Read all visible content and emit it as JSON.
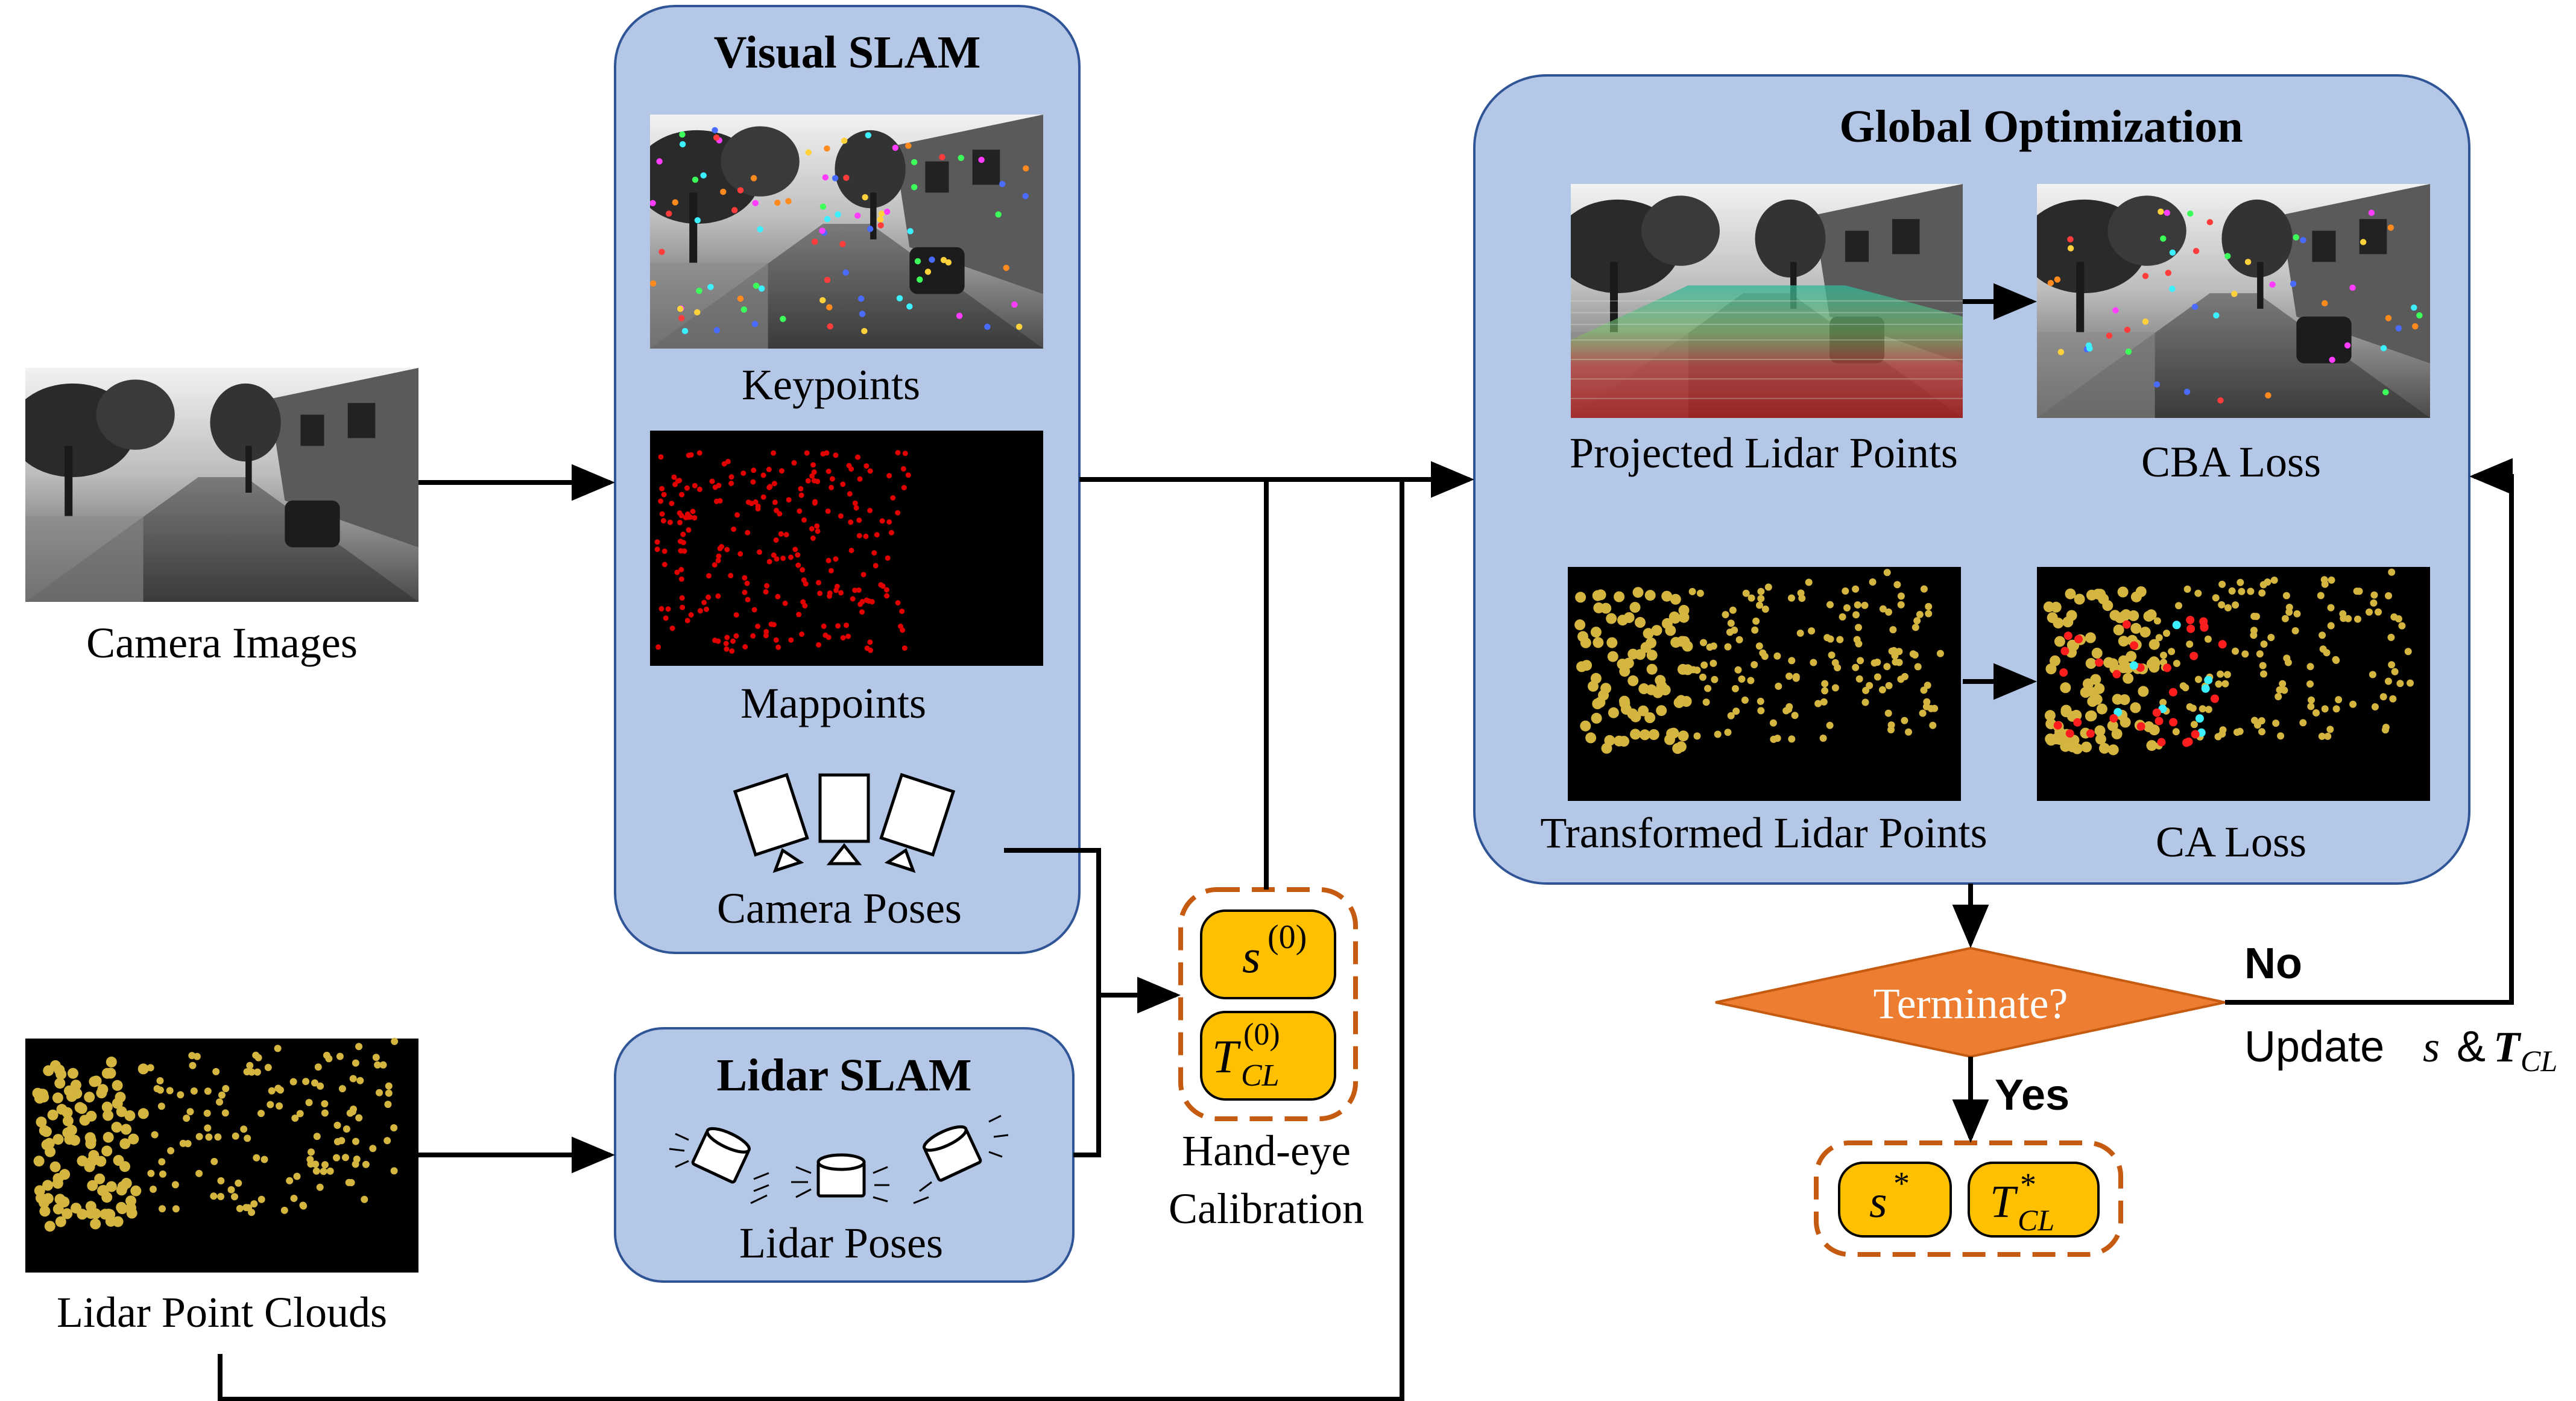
{
  "camera_images": {
    "label": "Camera Images"
  },
  "lidar_point_clouds": {
    "label": "Lidar Point Clouds"
  },
  "visual_slam": {
    "title": "Visual SLAM",
    "keypoints_label": "Keypoints",
    "mappoints_label": "Mappoints",
    "camera_poses_label": "Camera Poses"
  },
  "lidar_slam": {
    "title": "Lidar SLAM",
    "lidar_poses_label": "Lidar Poses"
  },
  "hand_eye": {
    "label_line1": "Hand-eye",
    "label_line2": "Calibration",
    "scale_symbol": "s",
    "scale_superscript": "(0)",
    "transform_symbol": "T",
    "transform_subscript": "CL",
    "transform_superscript": "(0)"
  },
  "global_optimization": {
    "title": "Global Optimization",
    "projected_label": "Projected Lidar Points",
    "cba_label": "CBA Loss",
    "transformed_label": "Transformed Lidar Points",
    "ca_label": "CA Loss"
  },
  "decision": {
    "text": "Terminate?",
    "no_label": "No",
    "yes_label": "Yes",
    "update_text": "Update",
    "update_s": "s",
    "update_amp": "&",
    "update_T": "T",
    "update_sub": "CL"
  },
  "result": {
    "scale_symbol": "s",
    "star": "*",
    "transform_symbol": "T",
    "transform_subscript": "CL"
  },
  "colors": {
    "panel_fill": "#b4c7e7",
    "panel_stroke": "#2f5597",
    "pill_fill": "#ffc000",
    "dashed_stroke": "#c55a11",
    "diamond_fill": "#ed7d31",
    "arrow": "#000000",
    "lidar_yellow": "#d4b540",
    "mappoint_red": "#e00000"
  }
}
